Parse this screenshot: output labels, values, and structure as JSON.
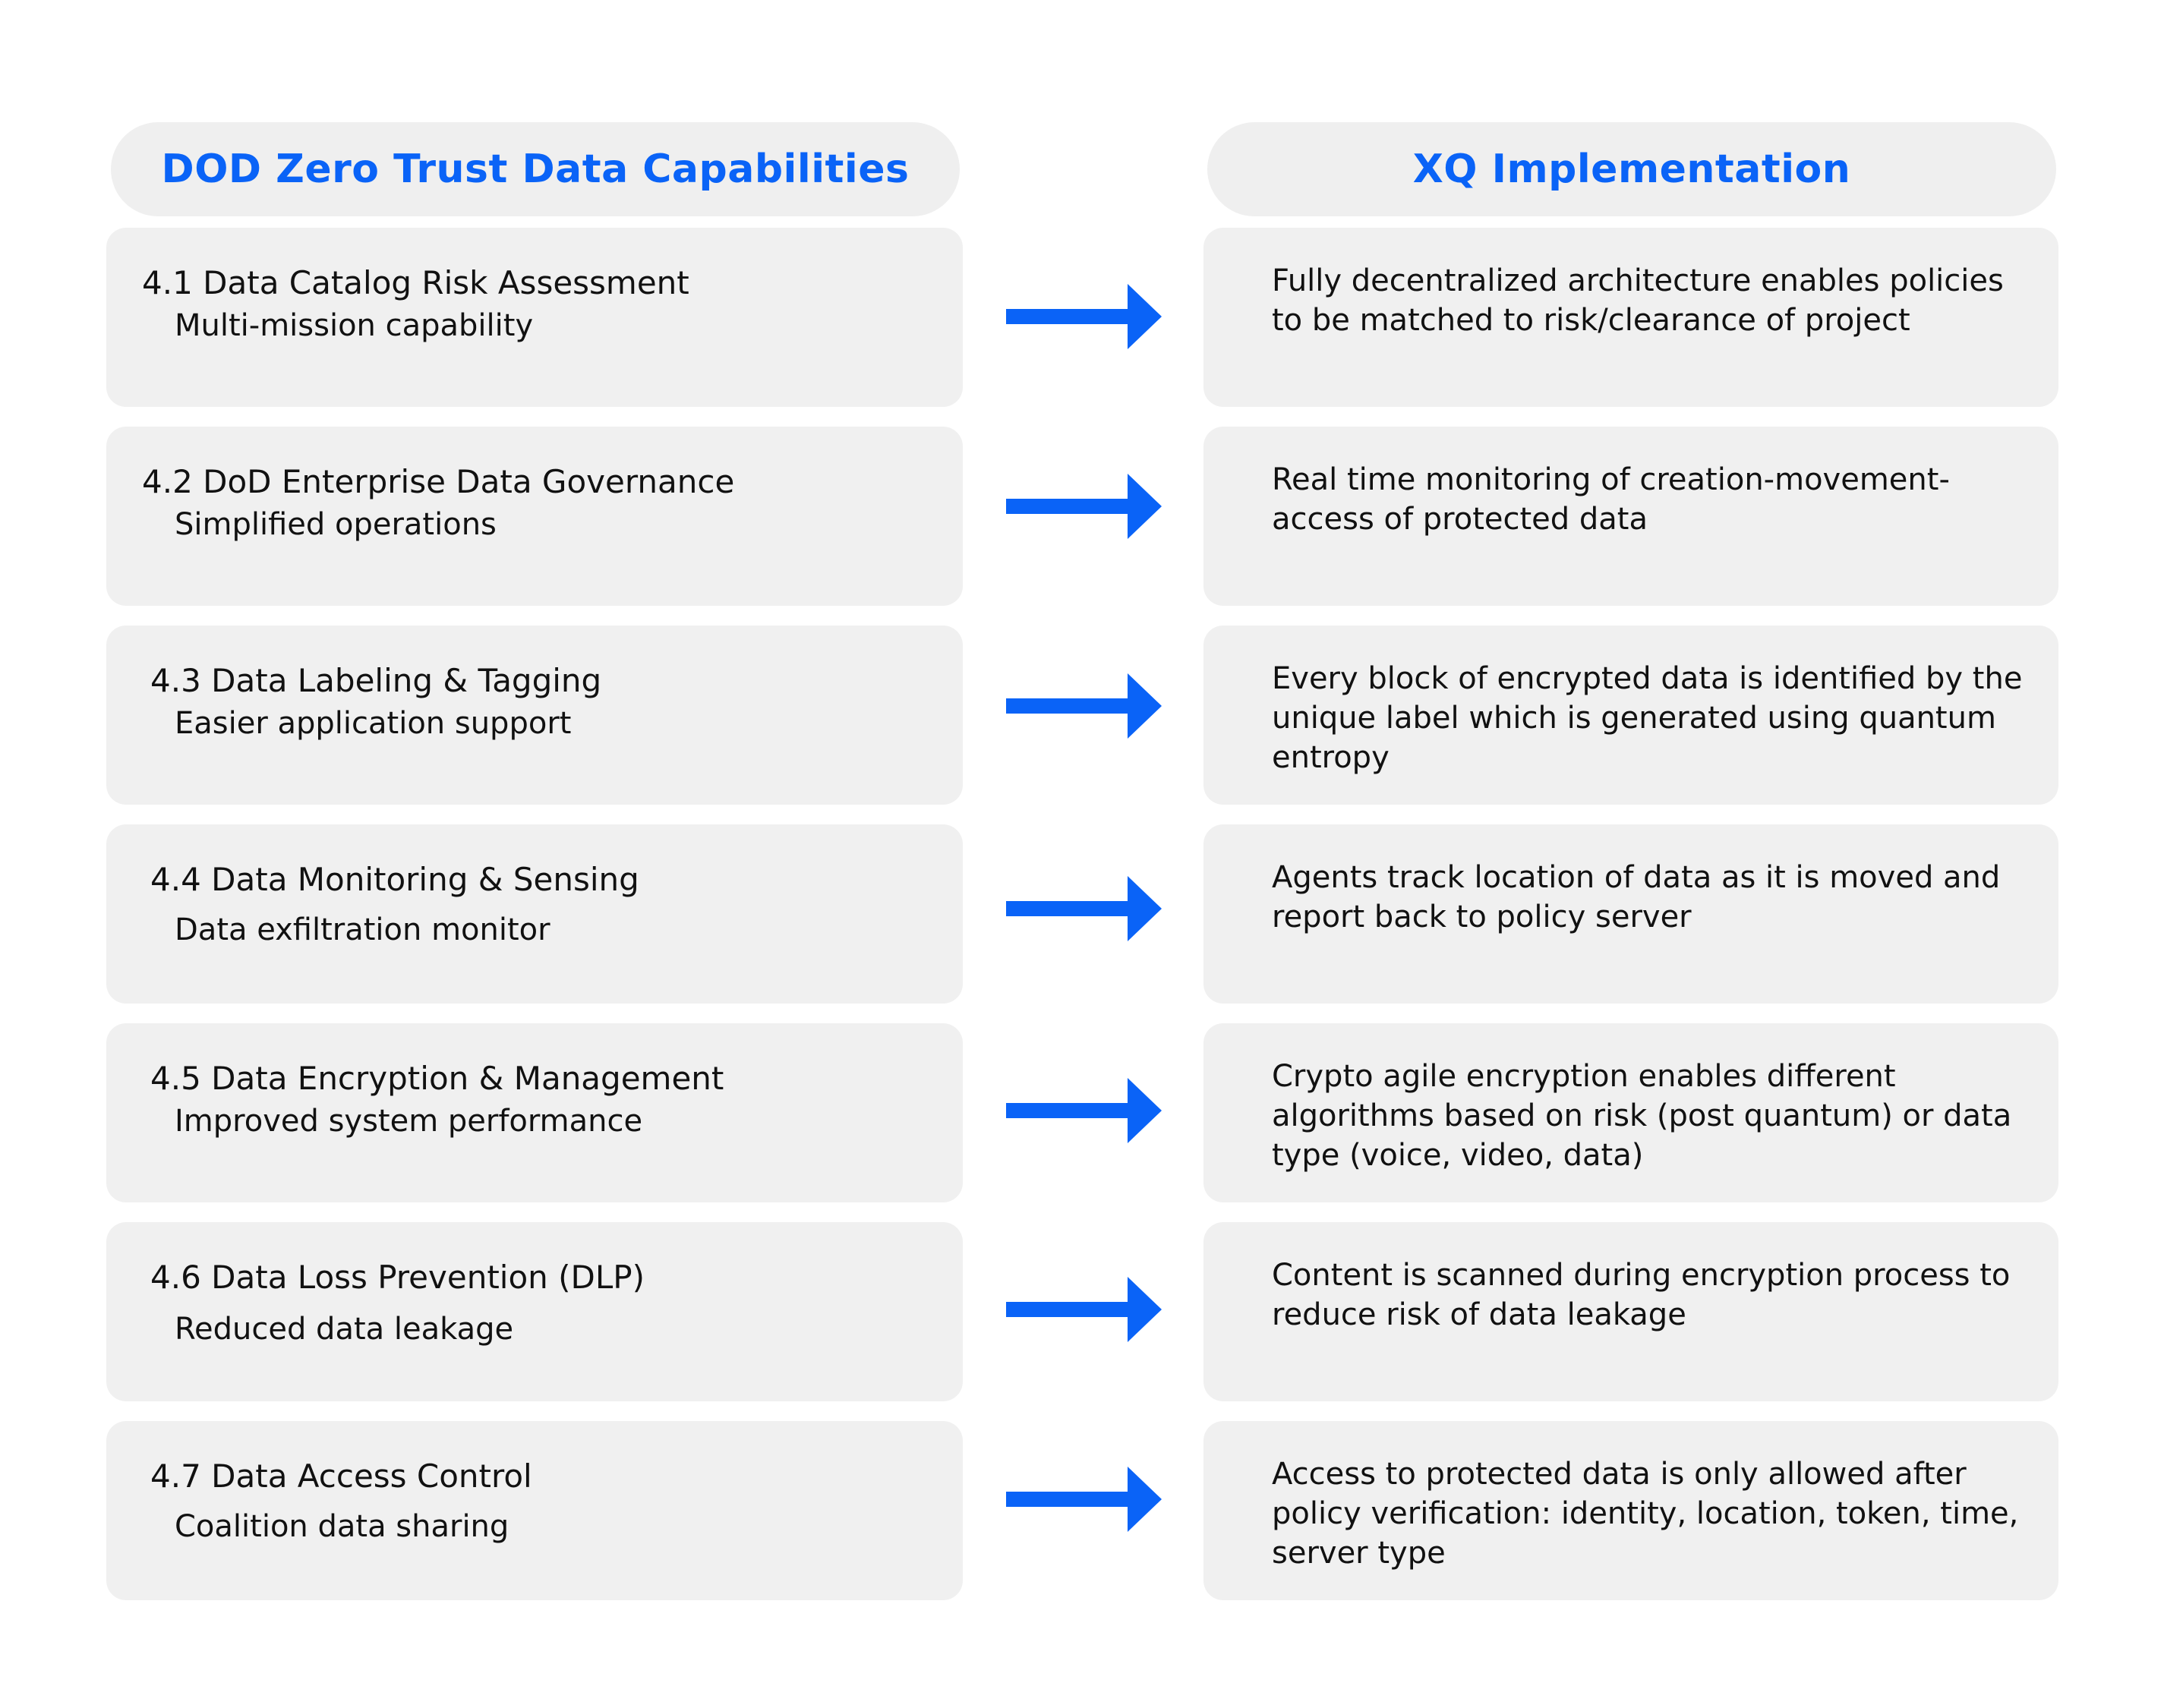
{
  "headers": {
    "left": "DOD Zero Trust Data Capabilities",
    "right": "XQ Implementation"
  },
  "accent_color": "#0a63f7",
  "card_color": "#f0f0f0",
  "arrow_icon": "right-arrow-icon",
  "rows": [
    {
      "capability": "4.1 Data Catalog Risk Assessment",
      "benefit": "Multi-mission capability",
      "implementation": "Fully decentralized architecture enables policies to be matched to risk/clearance of project"
    },
    {
      "capability": "4.2 DoD Enterprise Data Governance",
      "benefit": "Simplified operations",
      "implementation": "Real time monitoring of creation-movement-access of protected data"
    },
    {
      "capability": "4.3 Data Labeling & Tagging",
      "benefit": "Easier application support",
      "implementation": "Every block of encrypted data is identified by the unique label which is generated using quantum entropy"
    },
    {
      "capability": "4.4 Data Monitoring & Sensing",
      "benefit": "Data exfiltration monitor",
      "implementation": "Agents track location of data as it is moved and report back to policy server"
    },
    {
      "capability": "4.5 Data Encryption & Management",
      "benefit": "Improved system performance",
      "implementation": "Crypto agile encryption enables different algorithms based on risk (post quantum) or data type (voice, video, data)"
    },
    {
      "capability": "4.6 Data Loss Prevention (DLP)",
      "benefit": "Reduced data leakage",
      "implementation": "Content is scanned during encryption process to reduce risk of data leakage"
    },
    {
      "capability": "4.7 Data Access Control",
      "benefit": "Coalition data sharing",
      "implementation": "Access to protected data is only allowed after policy verification: identity, location, token, time, server type"
    }
  ]
}
